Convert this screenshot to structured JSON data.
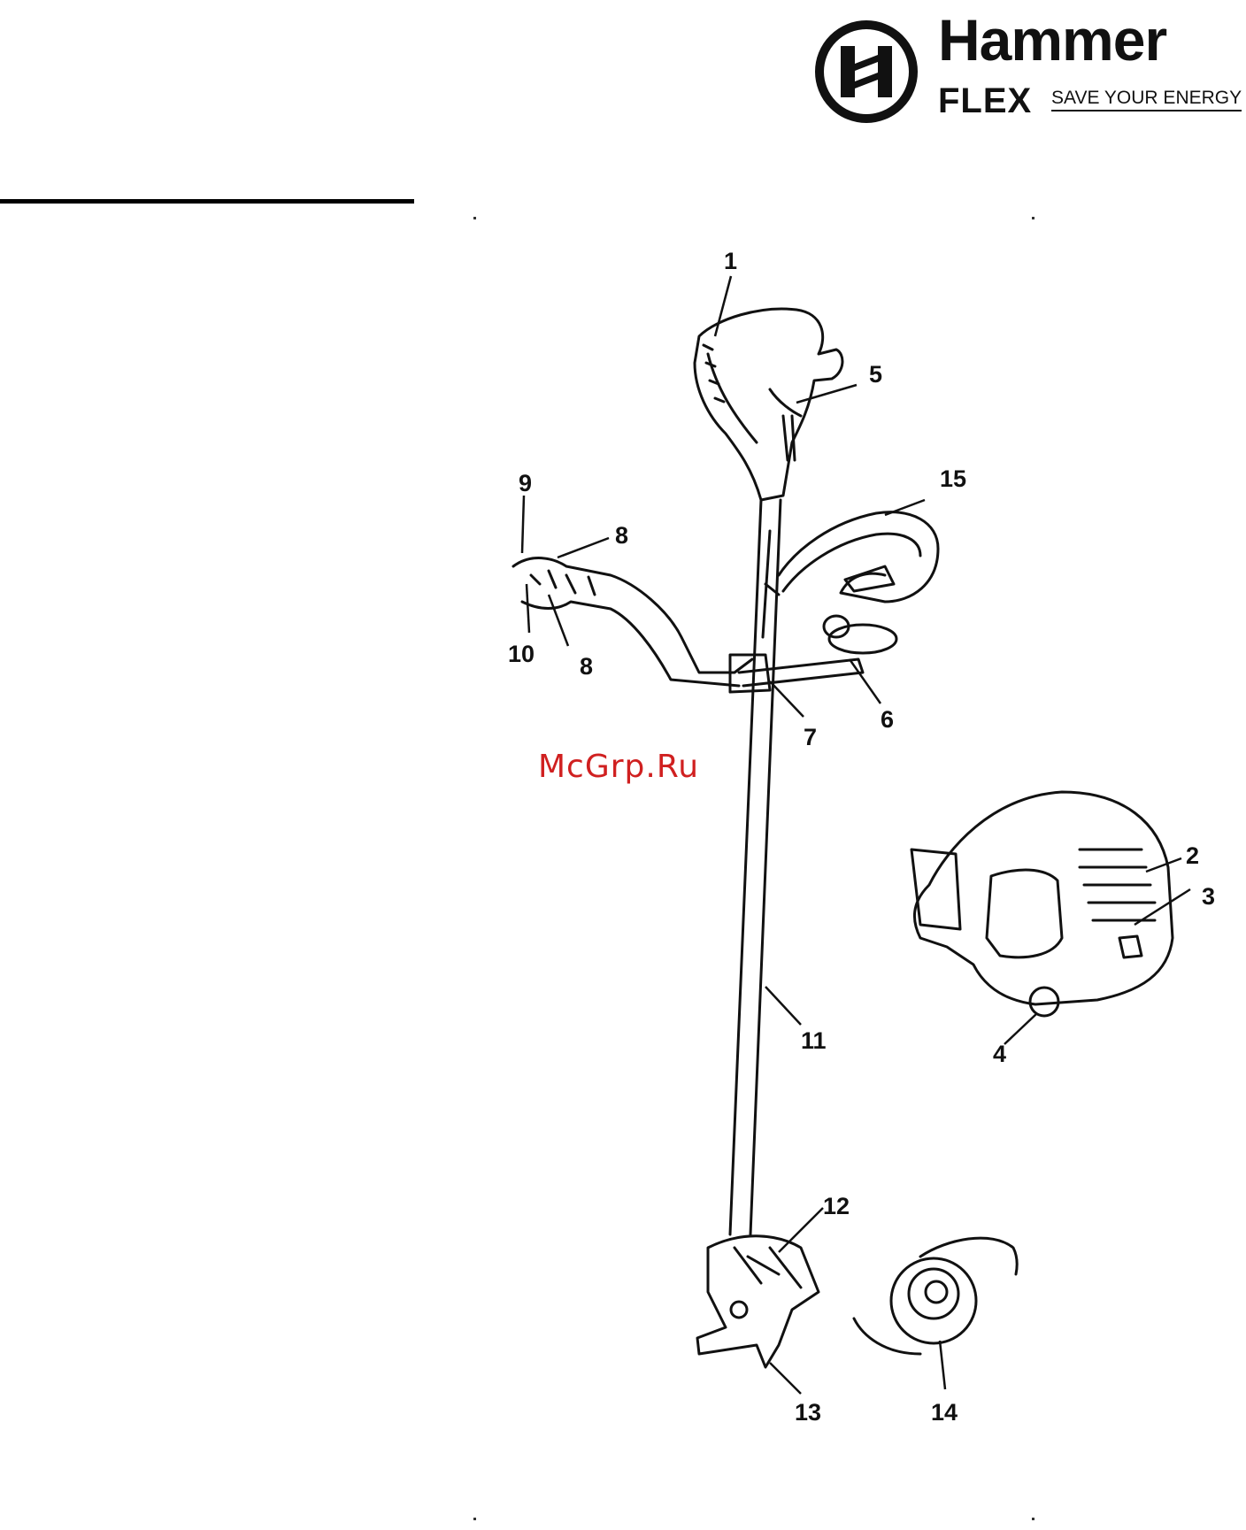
{
  "brand": {
    "name": "Hammer",
    "sub": "FLEX",
    "tagline": "SAVE YOUR ENERGY"
  },
  "watermark": "McGrp.Ru",
  "part_labels": [
    "1",
    "2",
    "3",
    "4",
    "5",
    "6",
    "7",
    "8",
    "8",
    "9",
    "10",
    "11",
    "12",
    "13",
    "14",
    "15"
  ]
}
